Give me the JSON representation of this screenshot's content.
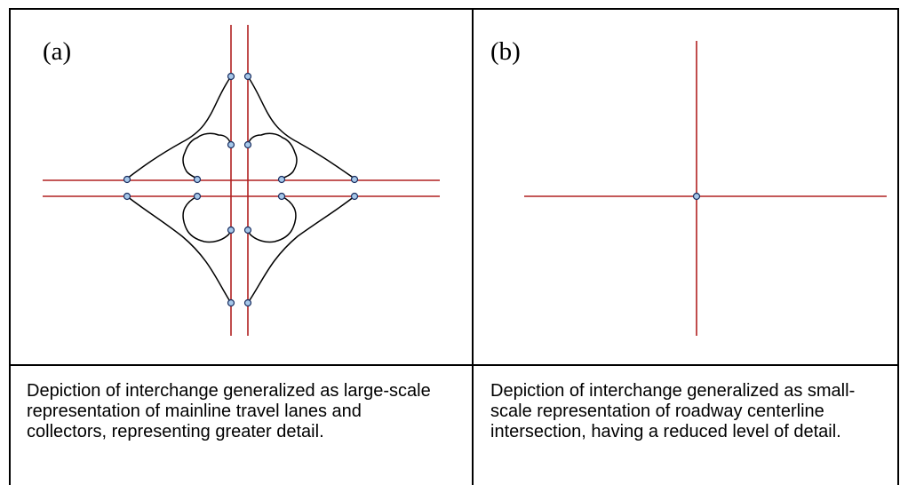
{
  "panels": [
    {
      "label": "(a)",
      "caption": "Depiction of interchange generalized as large-scale representation of mainline travel lanes and collectors, representing greater detail."
    },
    {
      "label": "(b)",
      "caption": "Depiction of interchange generalized as small-scale representation of roadway centerline intersection, having a reduced level of detail."
    }
  ],
  "colors": {
    "road_line": "#b02020",
    "ramp_line": "#000000",
    "node_fill": "#a6c8ea",
    "node_stroke": "#1a2e60",
    "border": "#000000"
  }
}
